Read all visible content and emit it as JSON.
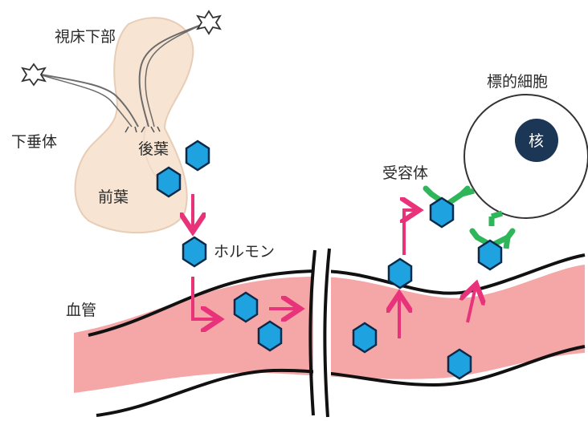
{
  "labels": {
    "hypothalamus": "視床下部",
    "pituitary": "下垂体",
    "posterior_lobe": "後葉",
    "anterior_lobe": "前葉",
    "hormone": "ホルモン",
    "blood_vessel": "血管",
    "receptor": "受容体",
    "target_cell": "標的細胞",
    "nucleus": "核"
  },
  "colors": {
    "pituitary_fill": "#f7e4d2",
    "vessel_fill": "#f5a7a8",
    "hormone_fill": "#1fa3e0",
    "hormone_stroke": "#0b2a4a",
    "arrow": "#e8337a",
    "receptor": "#2fb55a",
    "nucleus": "#1c3656"
  }
}
